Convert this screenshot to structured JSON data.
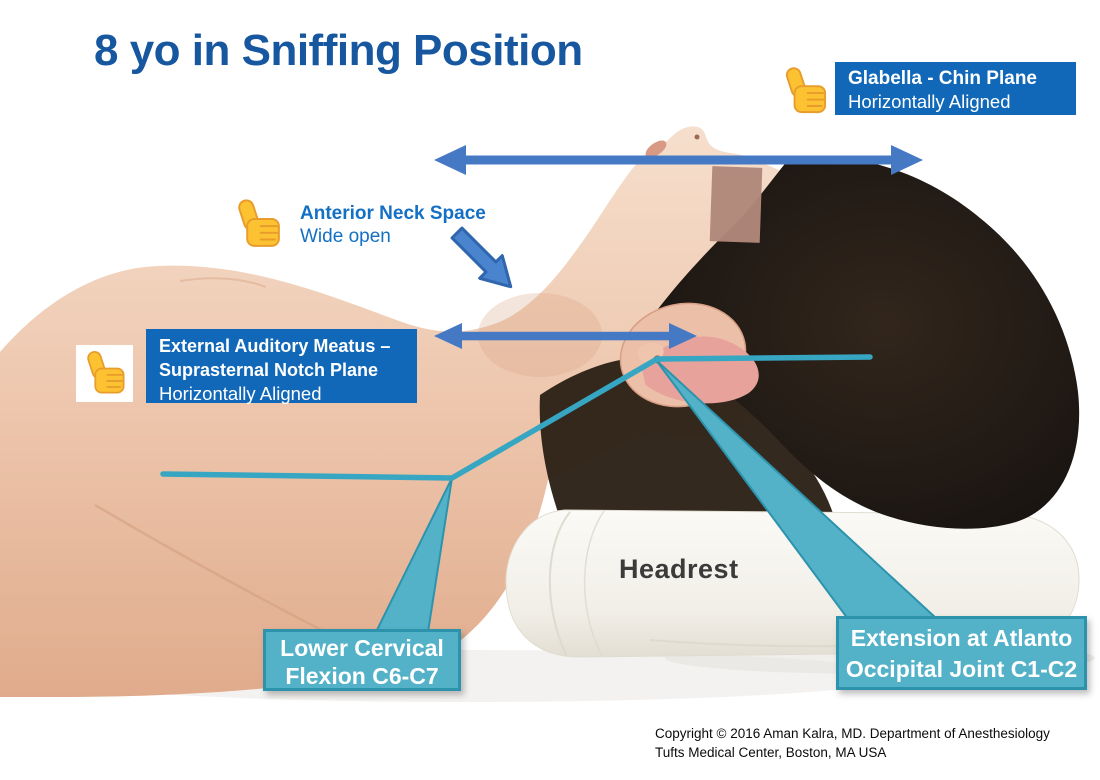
{
  "title": "8 yo in Sniffing Position",
  "labels": {
    "glabella": {
      "heading": "Glabella - Chin Plane",
      "sub": "Horizontally Aligned"
    },
    "anterior_neck": {
      "heading": "Anterior Neck Space",
      "sub": "Wide open"
    },
    "eam": {
      "heading_line1": "External Auditory Meatus –",
      "heading_line2": "Suprasternal Notch Plane",
      "sub": "Horizontally Aligned"
    },
    "lower_cervical": {
      "line1": "Lower Cervical",
      "line2": "Flexion C6-C7"
    },
    "atlanto": {
      "line1": "Extension at Atlanto",
      "line2": "Occipital Joint C1-C2"
    },
    "headrest": "Headrest"
  },
  "footer": {
    "line1": "Copyright © 2016 Aman Kalra, MD. Department of Anesthesiology",
    "line2": "Tufts Medical Center, Boston, MA USA"
  },
  "icons": {
    "thumbs_up": "thumbs-up-icon",
    "glabella_plane_arrow": "double-arrow-horizontal",
    "eam_plane_arrow": "double-arrow-horizontal",
    "neck_space_arrow": "diagonal-block-arrow"
  },
  "colors": {
    "title_blue": "#17579f",
    "label_text_blue": "#1470c5",
    "label_box_blue": "#1168b8",
    "arrow_blue": "#4579c4",
    "callout_teal_fill": "#53b2c8",
    "callout_teal_border": "#2d93ac",
    "callout_line_teal": "#36a6c2",
    "headrest_text": "#3b3b3b"
  }
}
